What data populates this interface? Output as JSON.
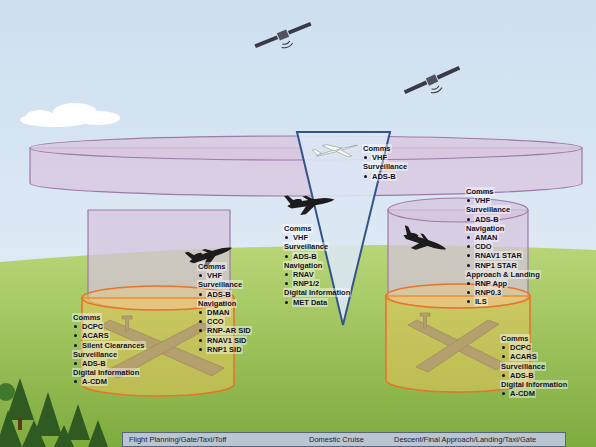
{
  "diagram": {
    "nodes": [
      {
        "text": [
          "Flight Planning/Gate/Taxi/Toff",
          "Domestic Cruise",
          "Descent/Final Approach/Landing/Taxi/Gate"
        ]
      }
    ],
    "labels": [
      "Comms",
      "VHF",
      "Surveillance",
      "ADS-B",
      "Comms",
      "VHF",
      "Surveillance",
      "ADS-B",
      "Navigation",
      "AMAN",
      "CDO",
      "RNAV1 STAR",
      "RNP1 STAR",
      "Approach & Landing",
      "RNP App",
      "RNP0.3",
      "ILS",
      "Comms",
      "VHF",
      "Surveillance",
      "ADS-B",
      "Navigation",
      "RNAV",
      "RNP1/2",
      "Digital Information",
      "MET Data",
      "Comms",
      "VHF",
      "Surveillance",
      "ADS-B",
      "Navigation",
      "DMAN",
      "CCO",
      "RNP-AR SID",
      "RNAV1 SID",
      "RNP1 SID",
      "Comms",
      "DCPC",
      "ACARS",
      "Silent Clearances",
      "Surveillance",
      "ADS-B",
      "Digital Information",
      "A-CDM",
      "Comms",
      "DCPC",
      "ACARS",
      "Surveillance",
      "ADS-B",
      "Digital Information",
      "A-CDM"
    ]
  }
}
